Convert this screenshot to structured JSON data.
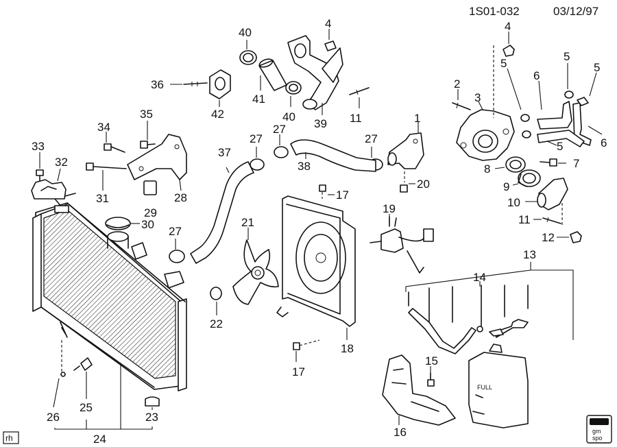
{
  "header": {
    "ref_code": "1S01-032",
    "date": "03/12/97"
  },
  "corner_tag": "rh",
  "logo": {
    "line1": "gm",
    "line2": "spo"
  },
  "callouts": {
    "c1": "1",
    "c2": "2",
    "c3": "3",
    "c4a": "4",
    "c4b": "4",
    "c5a": "5",
    "c5b": "5",
    "c5c": "5",
    "c5d": "5",
    "c6a": "6",
    "c6b": "6",
    "c7": "7",
    "c8": "8",
    "c9": "9",
    "c10": "10",
    "c11a": "11",
    "c11b": "11",
    "c12": "12",
    "c13": "13",
    "c14": "14",
    "c15": "15",
    "c16": "16",
    "c17a": "17",
    "c17b": "17",
    "c18": "18",
    "c19": "19",
    "c20": "20",
    "c21": "21",
    "c22": "22",
    "c23": "23",
    "c24": "24",
    "c25": "25",
    "c26": "26",
    "c27a": "27",
    "c27b": "27",
    "c27c": "27",
    "c27d": "27",
    "c28": "28",
    "c29": "29",
    "c30": "30",
    "c31": "31",
    "c32": "32",
    "c33": "33",
    "c34": "34",
    "c35": "35",
    "c36": "36",
    "c37": "37",
    "c38": "38",
    "c39": "39",
    "c40a": "40",
    "c40b": "40",
    "c41": "41",
    "c42": "42"
  }
}
